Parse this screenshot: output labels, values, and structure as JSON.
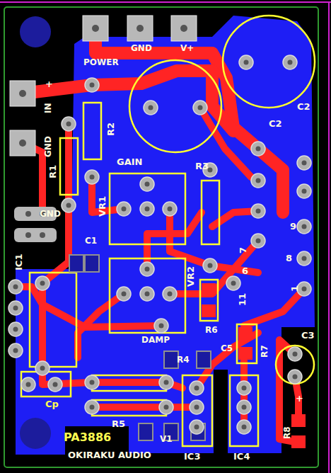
{
  "diagram": {
    "labels": [
      "GND",
      "V+",
      "POWER",
      "+",
      "IN",
      "GND",
      "R1",
      "R2",
      "GAIN",
      "R3",
      "VR1",
      "VR2",
      "GND",
      "IC1",
      "C1",
      "C2",
      "C2",
      "9",
      "8",
      "7",
      "6",
      "11",
      "1",
      "R6",
      "R7",
      "C3",
      "+",
      "R8",
      "Cp",
      "R5",
      "R4",
      "C5",
      "DAMP",
      "PA3886",
      "V1",
      "OKIRAKU AUDIO",
      "IC3",
      "IC4"
    ]
  }
}
